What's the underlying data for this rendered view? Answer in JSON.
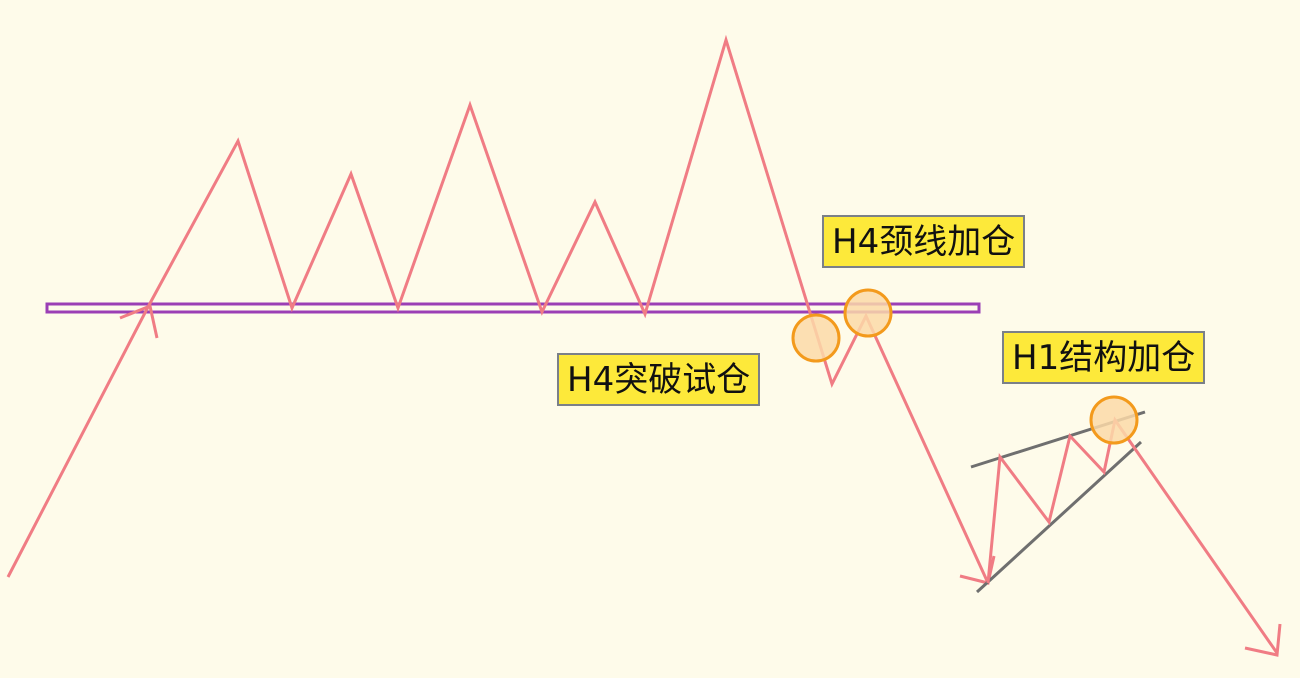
{
  "annotations": {
    "neckline_add": "H4颈线加仓",
    "breakout_trial": "H4突破试仓",
    "structure_add": "H1结构加仓"
  },
  "colors": {
    "background": "#fefbea",
    "price_line": "#f07c84",
    "neckline": "#9b3fb5",
    "marker_stroke": "#f39a1c",
    "marker_fill": "#fbd9a8",
    "channel_line": "#6f6f6f",
    "label_bg": "#fde93a",
    "label_border": "#7b8088"
  }
}
